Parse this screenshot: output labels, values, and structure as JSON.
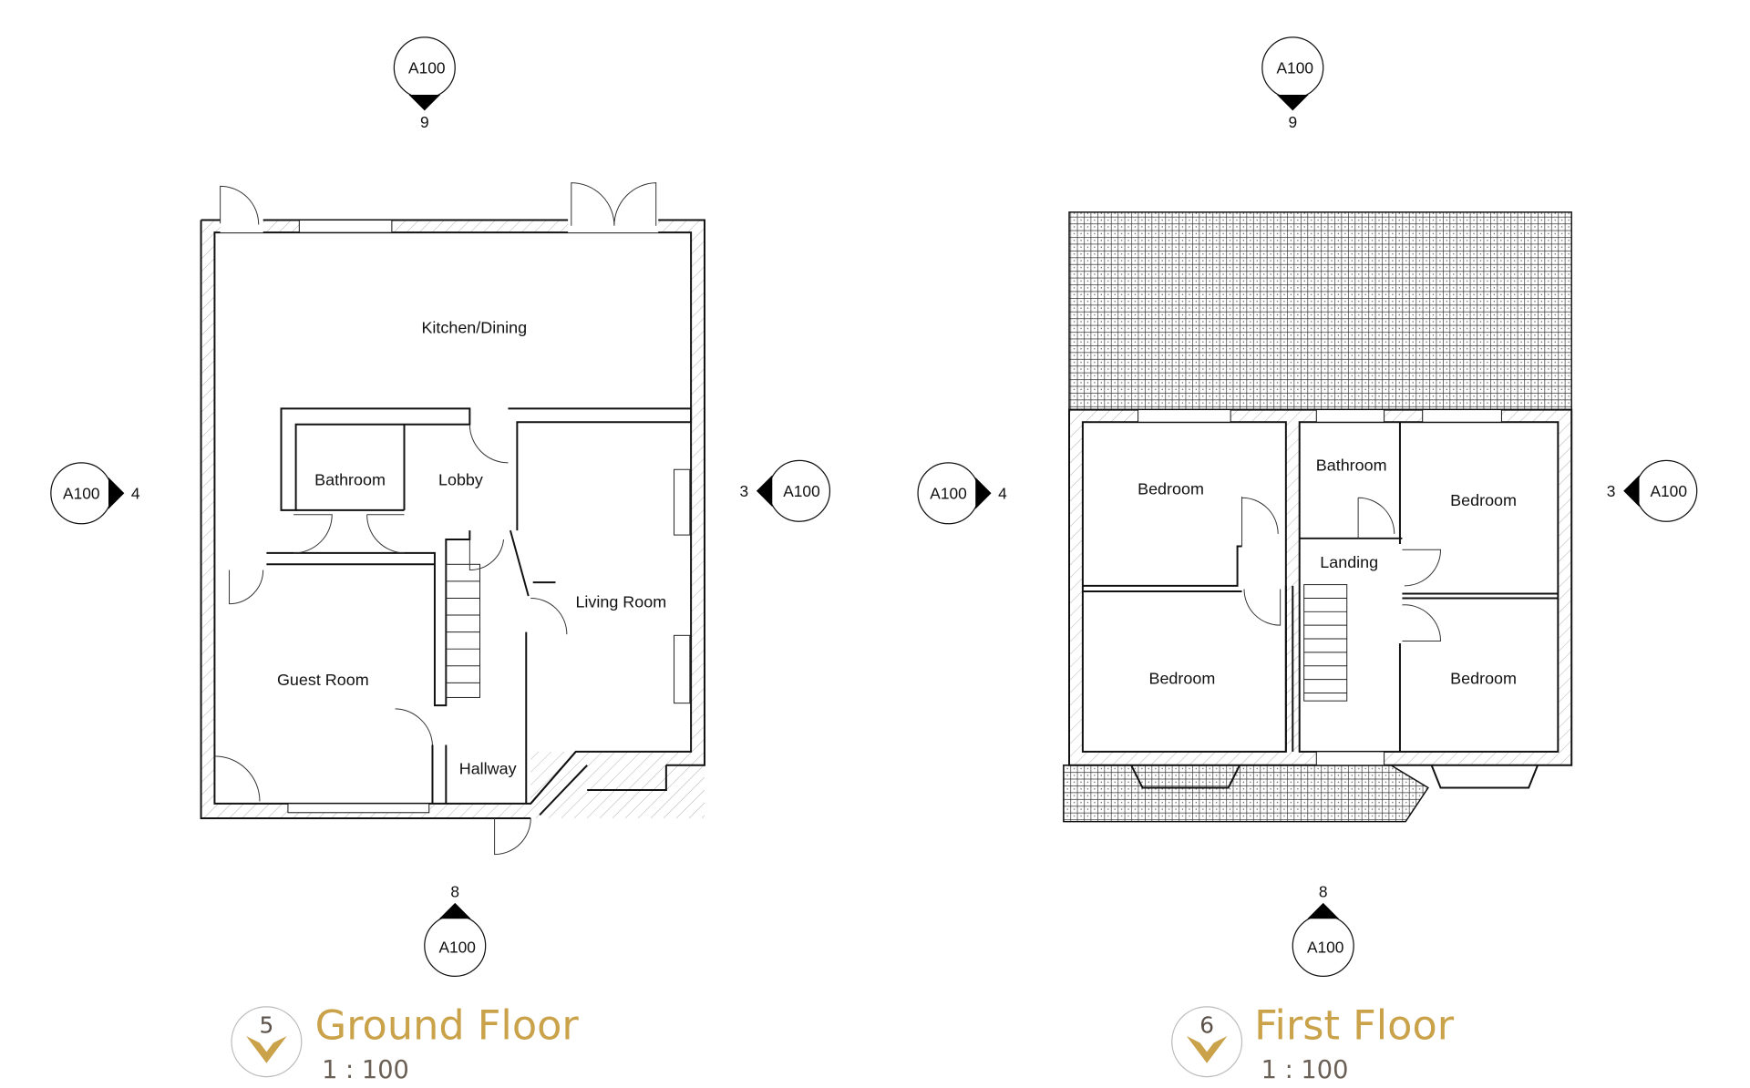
{
  "ground_floor": {
    "title": "Ground Floor",
    "scale": "1 : 100",
    "view_number": "5",
    "rooms": {
      "kitchen": "Kitchen/Dining",
      "bathroom": "Bathroom",
      "lobby": "Lobby",
      "living": "Living Room",
      "guest": "Guest Room",
      "hallway": "Hallway"
    },
    "markers": {
      "top": {
        "sheet": "A100",
        "num": "9"
      },
      "bottom": {
        "sheet": "A100",
        "num": "8"
      },
      "left": {
        "sheet": "A100",
        "num": "4"
      },
      "right": {
        "sheet": "A100",
        "num": "3"
      }
    }
  },
  "first_floor": {
    "title": "First Floor",
    "scale": "1 : 100",
    "view_number": "6",
    "rooms": {
      "bedroom_tl": "Bedroom",
      "bathroom": "Bathroom",
      "bedroom_tr": "Bedroom",
      "landing": "Landing",
      "bedroom_bl": "Bedroom",
      "bedroom_br": "Bedroom"
    },
    "markers": {
      "top": {
        "sheet": "A100",
        "num": "9"
      },
      "bottom": {
        "sheet": "A100",
        "num": "8"
      },
      "left": {
        "sheet": "A100",
        "num": "4"
      },
      "right": {
        "sheet": "A100",
        "num": "3"
      }
    }
  },
  "colors": {
    "title_gold": "#c9a24a",
    "line": "#111111"
  }
}
